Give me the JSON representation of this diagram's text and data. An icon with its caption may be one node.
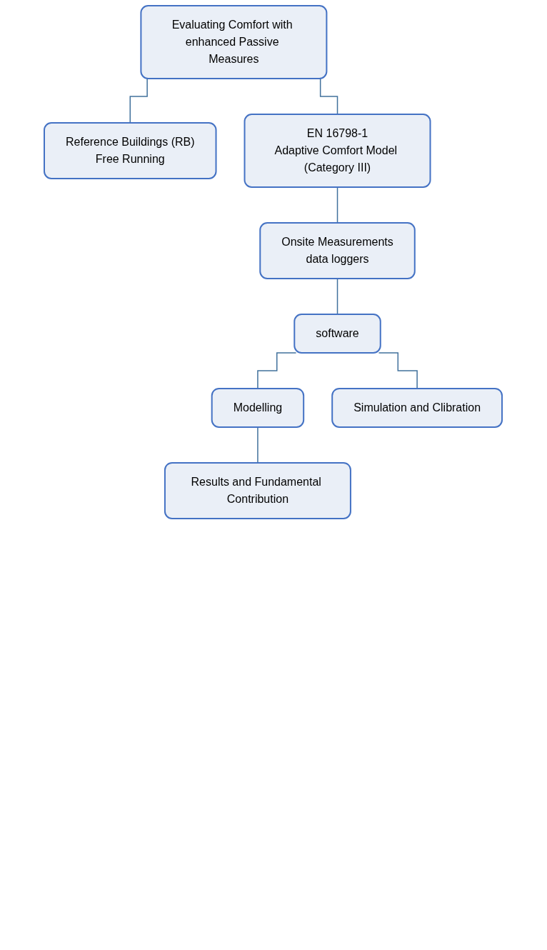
{
  "diagram": {
    "nodes": [
      {
        "text": [
          "Evaluating Comfort with enhanced Passive Measures"
        ]
      },
      {
        "text": [
          "Reference Buildings (RB)",
          "Free Running"
        ]
      },
      {
        "text": [
          "EN 16798-1",
          "Adaptive Comfort Model (Category III)"
        ]
      },
      {
        "text": [
          "Onsite Measurements",
          "data loggers"
        ]
      },
      {
        "text": [
          "software"
        ]
      },
      {
        "text": [
          "Modelling"
        ]
      },
      {
        "text": [
          "Simulation and Clibration"
        ]
      },
      {
        "text": [
          "Results and Fundamental Contribution"
        ]
      }
    ],
    "edges": [
      {
        "from": 0,
        "to": 1,
        "arrow": "none"
      },
      {
        "from": 0,
        "to": 2,
        "arrow": "none"
      },
      {
        "from": 2,
        "to": 3,
        "arrow": "none"
      },
      {
        "from": 3,
        "to": 4,
        "arrow": "none"
      },
      {
        "from": 4,
        "to": 5,
        "arrow": "none"
      },
      {
        "from": 4,
        "to": 6,
        "arrow": "none"
      },
      {
        "from": 5,
        "to": 7,
        "arrow": "none"
      }
    ]
  }
}
